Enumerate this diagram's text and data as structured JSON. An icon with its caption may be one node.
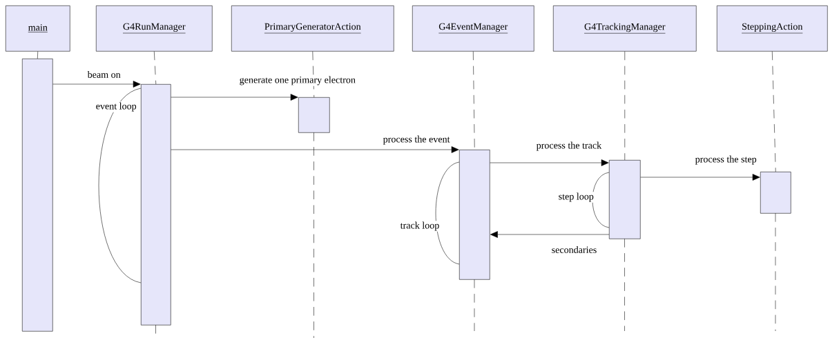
{
  "diagram": {
    "nodes": [
      {
        "text": [
          "main"
        ]
      },
      {
        "text": [
          "G4RunManager"
        ]
      },
      {
        "text": [
          "PrimaryGeneratorAction"
        ]
      },
      {
        "text": [
          "G4EventManager"
        ]
      },
      {
        "text": [
          "G4TrackingManager"
        ]
      },
      {
        "text": [
          "SteppingAction"
        ]
      },
      {
        "text": [],
        "shape": "box"
      },
      {
        "text": [],
        "shape": "box"
      },
      {
        "text": [],
        "shape": "box"
      },
      {
        "text": [],
        "shape": "box"
      },
      {
        "text": [],
        "shape": "box"
      },
      {
        "text": [],
        "shape": "box"
      }
    ],
    "edges": [
      {
        "from": 0,
        "to": 6,
        "arrow": "none"
      },
      {
        "from": 1,
        "to": 7,
        "arrow": "none",
        "style": "dashed"
      },
      {
        "from": 2,
        "to": 8,
        "arrow": "none",
        "style": "dashed"
      },
      {
        "from": 3,
        "to": 9,
        "arrow": "none",
        "style": "dashed"
      },
      {
        "from": 4,
        "to": 10,
        "arrow": "none",
        "style": "dashed"
      },
      {
        "from": 5,
        "to": 11,
        "arrow": "none",
        "style": "dashed"
      },
      {
        "from": 6,
        "to": 7,
        "arrow": "to",
        "label": "beam on"
      },
      {
        "from": 7,
        "to": 7,
        "arrow": "none",
        "label": "event loop"
      },
      {
        "from": 7,
        "to": 8,
        "arrow": "to",
        "label": "generate one primary electron"
      },
      {
        "from": 7,
        "to": 9,
        "arrow": "to",
        "label": "process the event"
      },
      {
        "from": 9,
        "to": 9,
        "arrow": "none",
        "label": "track loop"
      },
      {
        "from": 9,
        "to": 10,
        "arrow": "to",
        "label": "process the track"
      },
      {
        "from": 10,
        "to": 10,
        "arrow": "none",
        "label": "step loop"
      },
      {
        "from": 10,
        "to": 11,
        "arrow": "to",
        "label": "process the step"
      },
      {
        "from": 10,
        "to": 9,
        "arrow": "to",
        "label": "secondaries"
      }
    ]
  }
}
